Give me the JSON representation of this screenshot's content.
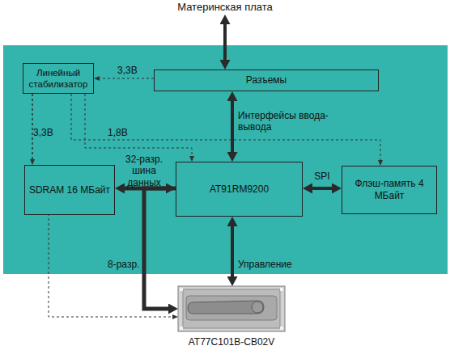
{
  "diagram": {
    "nodes": [
      {
        "text": [
          "Материнская плата"
        ]
      },
      {
        "text": [
          "Линейный стабилизатор"
        ]
      },
      {
        "text": [
          "Разъемы"
        ]
      },
      {
        "text": [
          "SDRAM 16 МБайт"
        ]
      },
      {
        "text": [
          "AT91RM9200"
        ]
      },
      {
        "text": [
          "Флэш-память 4 МБайт"
        ]
      },
      {
        "text": [
          "AT77C101B-CB02V"
        ]
      }
    ],
    "edges": [
      {
        "from": 0,
        "to": 2,
        "arrow": "both"
      },
      {
        "from": 2,
        "to": 1,
        "arrow": "to",
        "label": "3,3В"
      },
      {
        "from": 2,
        "to": 4,
        "arrow": "both",
        "label": "Интерфейсы ввода-вывода"
      },
      {
        "from": 3,
        "to": 4,
        "arrow": "both",
        "label": "32-разр. шина данных"
      },
      {
        "from": 4,
        "to": 5,
        "arrow": "both",
        "label": "SPI"
      },
      {
        "from": 4,
        "to": 6,
        "arrow": "both",
        "label": "Управление"
      },
      {
        "from": 4,
        "to": 6,
        "arrow": "to",
        "label": "8-разр."
      },
      {
        "from": 1,
        "to": 3,
        "arrow": "to",
        "label": "3,3В"
      },
      {
        "from": 1,
        "to": 4,
        "arrow": "to",
        "label": "1,8В"
      },
      {
        "from": 1,
        "to": 5,
        "arrow": "to"
      },
      {
        "from": 1,
        "to": 6,
        "arrow": "to"
      }
    ]
  }
}
